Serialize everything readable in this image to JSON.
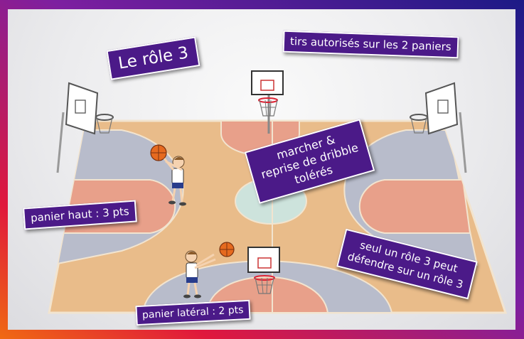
{
  "labels": {
    "title": "Le rôle 3",
    "shots": "tirs autorisés sur les 2 paniers",
    "travel": [
      "marcher &",
      "reprise de dribble",
      "tolérés"
    ],
    "high_basket": "panier haut : 3 pts",
    "defend": [
      "seul un rôle 3 peut",
      "défendre sur un rôle 3"
    ],
    "side_basket": "panier latéral : 2 pts"
  },
  "colors": {
    "label_bg": "#4b1a88",
    "court_floor": "#e9bc8a",
    "key_salmon": "#e8a08a",
    "zone_grey": "#b8bccb",
    "center_circle": "#cde3dc",
    "border_gradient": [
      "#1c1a86",
      "#7d1fa0",
      "#e0183c",
      "#f06a12"
    ]
  }
}
